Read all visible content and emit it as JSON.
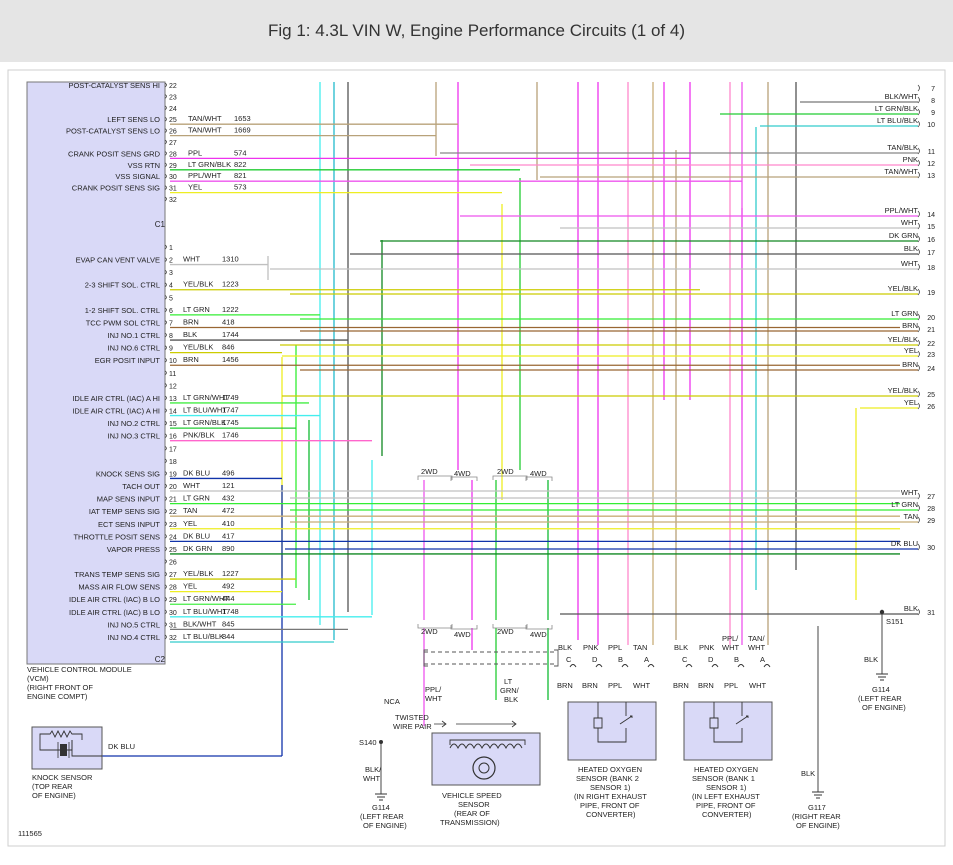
{
  "title": "Fig 1: 4.3L VIN W, Engine Performance Circuits (1 of 4)",
  "figure_id": "111565",
  "colors": {
    "PPL": "#ee33ee",
    "TAN/WHT": "#b8a27a",
    "LT GRN/BLK": "#22cc33",
    "PPL/WHT": "#ee55ee",
    "YEL": "#eeee22",
    "WHT": "#c0c0c0",
    "YEL/BLK": "#cccc00",
    "LT GRN": "#33ee33",
    "BRN": "#996633",
    "BLK": "#555555",
    "LT GRN/WHT": "#44ee44",
    "LT BLU/WHT": "#44eeee",
    "LT BLU/BLK": "#33cccc",
    "PNK/BLK": "#ff66cc",
    "DK BLU": "#1133aa",
    "TAN": "#c8ae78",
    "DK GRN": "#118822",
    "BLK/WHT": "#777777",
    "PNK": "#ff88cc",
    "LT GRN/BLK2": "#11bb33",
    "LT BLU/BLK2": "#22bbcc",
    "VCM_FILL": "#d9d9f7"
  },
  "vcm": {
    "label_lines": [
      "VEHICLE CONTROL MODULE",
      "(VCM)",
      "(RIGHT FRONT OF",
      "ENGINE COMPT)"
    ],
    "connector_c1": "C1",
    "connector_c2": "C2"
  },
  "c1_pins": [
    {
      "pin": "22",
      "label": "POST-CATALYST SENS HI",
      "wire": "",
      "circuit": ""
    },
    {
      "pin": "23",
      "label": "",
      "wire": "",
      "circuit": ""
    },
    {
      "pin": "24",
      "label": "",
      "wire": "",
      "circuit": ""
    },
    {
      "pin": "25",
      "label": "LEFT SENS LO",
      "wire": "TAN/WHT",
      "circuit": "1653"
    },
    {
      "pin": "26",
      "label": "POST-CATALYST SENS LO",
      "wire": "TAN/WHT",
      "circuit": "1669"
    },
    {
      "pin": "27",
      "label": "",
      "wire": "",
      "circuit": ""
    },
    {
      "pin": "28",
      "label": "CRANK POSIT SENS GRD",
      "wire": "PPL",
      "circuit": "574"
    },
    {
      "pin": "29",
      "label": "VSS RTN",
      "wire": "LT GRN/BLK",
      "circuit": "822"
    },
    {
      "pin": "30",
      "label": "VSS SIGNAL",
      "wire": "PPL/WHT",
      "circuit": "821"
    },
    {
      "pin": "31",
      "label": "CRANK POSIT SENS SIG",
      "wire": "YEL",
      "circuit": "573"
    },
    {
      "pin": "32",
      "label": "",
      "wire": "",
      "circuit": ""
    }
  ],
  "c2_pins": [
    {
      "pin": "1",
      "label": "",
      "wire": "",
      "circuit": ""
    },
    {
      "pin": "2",
      "label": "EVAP CAN VENT VALVE",
      "wire": "WHT",
      "circuit": "1310"
    },
    {
      "pin": "3",
      "label": "",
      "wire": "",
      "circuit": ""
    },
    {
      "pin": "4",
      "label": "2-3 SHIFT SOL. CTRL",
      "wire": "YEL/BLK",
      "circuit": "1223"
    },
    {
      "pin": "5",
      "label": "",
      "wire": "",
      "circuit": ""
    },
    {
      "pin": "6",
      "label": "1-2 SHIFT SOL. CTRL",
      "wire": "LT GRN",
      "circuit": "1222"
    },
    {
      "pin": "7",
      "label": "TCC PWM SOL CTRL",
      "wire": "BRN",
      "circuit": "418"
    },
    {
      "pin": "8",
      "label": "INJ NO.1 CTRL",
      "wire": "BLK",
      "circuit": "1744"
    },
    {
      "pin": "9",
      "label": "INJ NO.6 CTRL",
      "wire": "YEL/BLK",
      "circuit": "846"
    },
    {
      "pin": "10",
      "label": "EGR POSIT INPUT",
      "wire": "BRN",
      "circuit": "1456"
    },
    {
      "pin": "11",
      "label": "",
      "wire": "",
      "circuit": ""
    },
    {
      "pin": "12",
      "label": "",
      "wire": "",
      "circuit": ""
    },
    {
      "pin": "13",
      "label": "IDLE AIR CTRL (IAC) A HI",
      "wire": "LT GRN/WHT",
      "circuit": "1749"
    },
    {
      "pin": "14",
      "label": "IDLE AIR CTRL (IAC) A HI",
      "wire": "LT BLU/WHT",
      "circuit": "1747"
    },
    {
      "pin": "15",
      "label": "INJ NO.2 CTRL",
      "wire": "LT GRN/BLK",
      "circuit": "1745"
    },
    {
      "pin": "16",
      "label": "INJ NO.3 CTRL",
      "wire": "PNK/BLK",
      "circuit": "1746"
    },
    {
      "pin": "17",
      "label": "",
      "wire": "",
      "circuit": ""
    },
    {
      "pin": "18",
      "label": "",
      "wire": "",
      "circuit": ""
    },
    {
      "pin": "19",
      "label": "KNOCK SENS SIG",
      "wire": "DK BLU",
      "circuit": "496"
    },
    {
      "pin": "20",
      "label": "TACH OUT",
      "wire": "WHT",
      "circuit": "121"
    },
    {
      "pin": "21",
      "label": "MAP SENS INPUT",
      "wire": "LT GRN",
      "circuit": "432"
    },
    {
      "pin": "22",
      "label": "IAT TEMP SENS SIG",
      "wire": "TAN",
      "circuit": "472"
    },
    {
      "pin": "23",
      "label": "ECT SENS INPUT",
      "wire": "YEL",
      "circuit": "410"
    },
    {
      "pin": "24",
      "label": "THROTTLE POSIT SENS",
      "wire": "DK BLU",
      "circuit": "417"
    },
    {
      "pin": "25",
      "label": "VAPOR PRESS",
      "wire": "DK GRN",
      "circuit": "890"
    },
    {
      "pin": "26",
      "label": "",
      "wire": "",
      "circuit": ""
    },
    {
      "pin": "27",
      "label": "TRANS TEMP SENS SIG",
      "wire": "YEL/BLK",
      "circuit": "1227"
    },
    {
      "pin": "28",
      "label": "MASS AIR FLOW SENS",
      "wire": "YEL",
      "circuit": "492"
    },
    {
      "pin": "29",
      "label": "IDLE AIR CTRL (IAC) B LO",
      "wire": "LT GRN/WHT",
      "circuit": "444"
    },
    {
      "pin": "30",
      "label": "IDLE AIR CTRL (IAC) B LO",
      "wire": "LT BLU/WHT",
      "circuit": "1748"
    },
    {
      "pin": "31",
      "label": "INJ NO.5 CTRL",
      "wire": "BLK/WHT",
      "circuit": "845"
    },
    {
      "pin": "32",
      "label": "INJ NO.4 CTRL",
      "wire": "LT BLU/BLK",
      "circuit": "844"
    }
  ],
  "right_terminals": [
    {
      "num": "7",
      "wire": ""
    },
    {
      "num": "8",
      "wire": "BLK/WHT"
    },
    {
      "num": "9",
      "wire": "LT GRN/BLK"
    },
    {
      "num": "10",
      "wire": "LT BLU/BLK"
    },
    {
      "num": "11",
      "wire": "TAN/BLK"
    },
    {
      "num": "12",
      "wire": "PNK"
    },
    {
      "num": "13",
      "wire": "TAN/WHT"
    },
    {
      "num": "14",
      "wire": "PPL/WHT"
    },
    {
      "num": "15",
      "wire": "WHT"
    },
    {
      "num": "16",
      "wire": "DK GRN"
    },
    {
      "num": "17",
      "wire": "BLK"
    },
    {
      "num": "18",
      "wire": "WHT"
    },
    {
      "num": "19",
      "wire": "YEL/BLK"
    },
    {
      "num": "20",
      "wire": "LT GRN"
    },
    {
      "num": "21",
      "wire": "BRN"
    },
    {
      "num": "22",
      "wire": "YEL/BLK"
    },
    {
      "num": "23",
      "wire": "YEL"
    },
    {
      "num": "24",
      "wire": "BRN"
    },
    {
      "num": "25",
      "wire": "YEL/BLK"
    },
    {
      "num": "26",
      "wire": "YEL"
    },
    {
      "num": "27",
      "wire": "WHT"
    },
    {
      "num": "28",
      "wire": "LT GRN"
    },
    {
      "num": "29",
      "wire": "TAN"
    },
    {
      "num": "30",
      "wire": "DK BLU"
    },
    {
      "num": "31",
      "wire": "BLK"
    }
  ],
  "drive_labels": {
    "d2": "2WD",
    "d4": "4WD"
  },
  "knock_sensor": {
    "wire": "DK BLU",
    "lines": [
      "KNOCK SENSOR",
      "(TOP REAR",
      "OF ENGINE)"
    ]
  },
  "vss": {
    "lines": [
      "VEHICLE SPEED",
      "SENSOR",
      "(REAR OF",
      "TRANSMISSION)"
    ],
    "wire_left": [
      "PPL/",
      "WHT"
    ],
    "wire_right": [
      "LT",
      "GRN/",
      "BLK"
    ],
    "twisted": [
      "TWISTED",
      "WIRE PAIR"
    ],
    "nca": "NCA",
    "splice": "S140",
    "ground_wire": [
      "BLK/",
      "WHT"
    ],
    "ground": "G114",
    "ground_loc": [
      "(LEFT REAR",
      "OF ENGINE)"
    ]
  },
  "ho2s_bank2": {
    "lines": [
      "HEATED OXYGEN",
      "SENSOR (BANK 2",
      "SENSOR 1)",
      "(IN RIGHT EXHAUST",
      "PIPE, FRONT OF",
      "CONVERTER)"
    ],
    "top_wires": [
      [
        "BLK"
      ],
      [
        "PNK"
      ],
      [
        "PPL"
      ],
      [
        "TAN"
      ]
    ],
    "pins": [
      "C",
      "D",
      "B",
      "A"
    ],
    "bottom_wires": [
      "BRN",
      "BRN",
      "PPL",
      "WHT"
    ]
  },
  "ho2s_bank1": {
    "lines": [
      "HEATED OXYGEN",
      "SENSOR (BANK 1",
      "SENSOR 1)",
      "(IN LEFT EXHAUST",
      "PIPE, FRONT OF",
      "CONVERTER)"
    ],
    "top_wires": [
      [
        "BLK"
      ],
      [
        "PNK"
      ],
      [
        "PPL/",
        "WHT"
      ],
      [
        "TAN/",
        "WHT"
      ]
    ],
    "pins": [
      "C",
      "D",
      "B",
      "A"
    ],
    "bottom_wires": [
      "BRN",
      "BRN",
      "PPL",
      "WHT"
    ]
  },
  "ground_s151": {
    "splice": "S151",
    "wire": "BLK",
    "ground": "G114",
    "loc": [
      "(LEFT REAR",
      "OF ENGINE)"
    ]
  },
  "ground_g117": {
    "wire": "BLK",
    "ground": "G117",
    "loc": [
      "(RIGHT REAR",
      "OF ENGINE)"
    ]
  }
}
